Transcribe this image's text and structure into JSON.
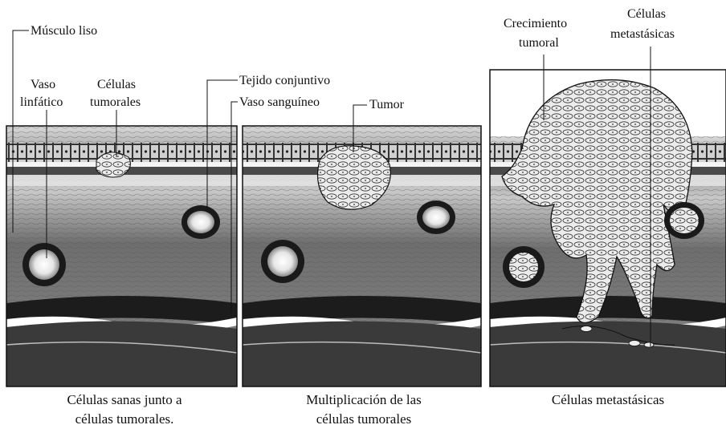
{
  "labels": {
    "musculo_liso": "Músculo liso",
    "vaso_linfatico_1": "Vaso",
    "vaso_linfatico_2": "linfático",
    "celulas_tumorales_1": "Células",
    "celulas_tumorales_2": "tumorales",
    "tejido_conjuntivo": "Tejido conjuntivo",
    "vaso_sanguineo": "Vaso sanguíneo",
    "tumor": "Tumor",
    "crecimiento_1": "Crecimiento",
    "crecimiento_2": "tumoral",
    "metastasicas_1": "Células",
    "metastasicas_2": "metastásicas"
  },
  "captions": {
    "panel1_line1": "Células sanas junto a",
    "panel1_line2": "células tumorales.",
    "panel2_line1": "Multiplicación de las",
    "panel2_line2": "células tumorales",
    "panel3_line1": "Células metastásicas"
  },
  "colors": {
    "outline": "#111111",
    "tissue_dark": "#3a3a3a",
    "tissue_mid": "#7a7a7a",
    "tissue_light": "#b8b8b8",
    "cell_fill": "#e8e8e8"
  }
}
